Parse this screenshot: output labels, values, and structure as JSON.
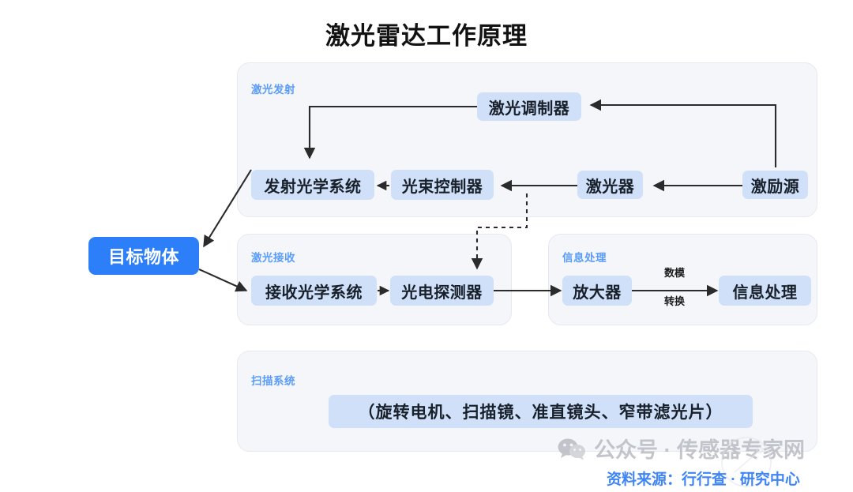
{
  "title": "激光雷达工作原理",
  "groups": {
    "emit": {
      "label": "激光发射"
    },
    "receive": {
      "label": "激光接收"
    },
    "process": {
      "label": "信息处理"
    },
    "scan": {
      "label": "扫描系统"
    }
  },
  "nodes": {
    "target": "目标物体",
    "modulator": "激光调制器",
    "emit_optics": "发射光学系统",
    "beam_controller": "光束控制器",
    "laser": "激光器",
    "excitation": "激励源",
    "recv_optics": "接收光学系统",
    "photodetector": "光电探测器",
    "amplifier": "放大器",
    "info_processing": "信息处理",
    "scan_components": "（旋转电机、扫描镜、准直镜头、窄带滤光片）"
  },
  "edge_labels": {
    "ad_conversion_top": "数模",
    "ad_conversion_bottom": "转换"
  },
  "footer": {
    "watermark": "公众号 · 传感器专家网",
    "source": "资料来源：行行查 · 研究中心"
  },
  "colors": {
    "title": "#121212",
    "node_fill": "#cfe0f8",
    "target_fill": "#2d7ff9",
    "group_fill": "#f4f6fa",
    "group_label": "#5a9cf8",
    "arrow": "#2b2b2b",
    "source_text": "#2f7bf6",
    "watermark_text": "#b9bcc2"
  }
}
